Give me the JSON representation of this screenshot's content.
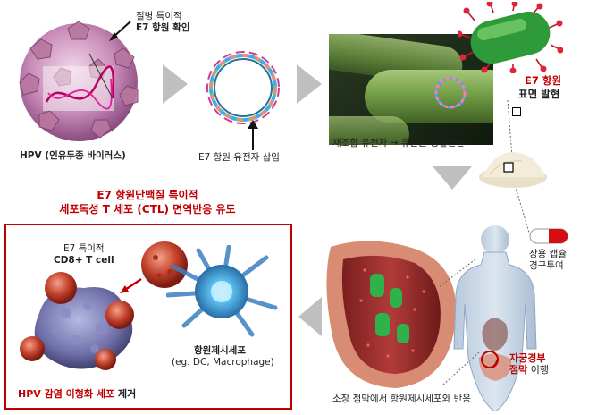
{
  "hpv": {
    "note_line1": "질병 특이적",
    "note_line2": "E7 항원 확인",
    "caption": "HPV (인유두종 바이러스)"
  },
  "plasmid": {
    "caption": "E7 항원 유전자 삽입"
  },
  "bacteria": {
    "caption": "재조합 유전자 → 유산균 형질전환"
  },
  "surface": {
    "line1": "E7 항원",
    "line2": "표면 발현"
  },
  "capsule": {
    "line1": "장용 캡슐",
    "line2": "경구투여"
  },
  "response": {
    "title_line1": "E7 항원단백질 특이적",
    "title_line2": "세포독성 T 세포 (CTL) 면역반응 유도"
  },
  "tcell": {
    "line1": "E7 특이적",
    "line2": "CD8+ T cell"
  },
  "apc": {
    "line1": "항원제시세포",
    "line2": "(eg. DC, Macrophage)"
  },
  "removal": {
    "highlight": "HPV 감염 이형화 세포",
    "rest": " 제거"
  },
  "body": {
    "cervix_line1": "자궁경부",
    "cervix_line2_red": "점막",
    "cervix_line2_rest": " 이행"
  },
  "intestine": {
    "caption": "소장 점막에서 항원제시세포와 반응"
  },
  "colors": {
    "accent_red": "#c00000",
    "arrow_gray": "#bfbfbf"
  }
}
